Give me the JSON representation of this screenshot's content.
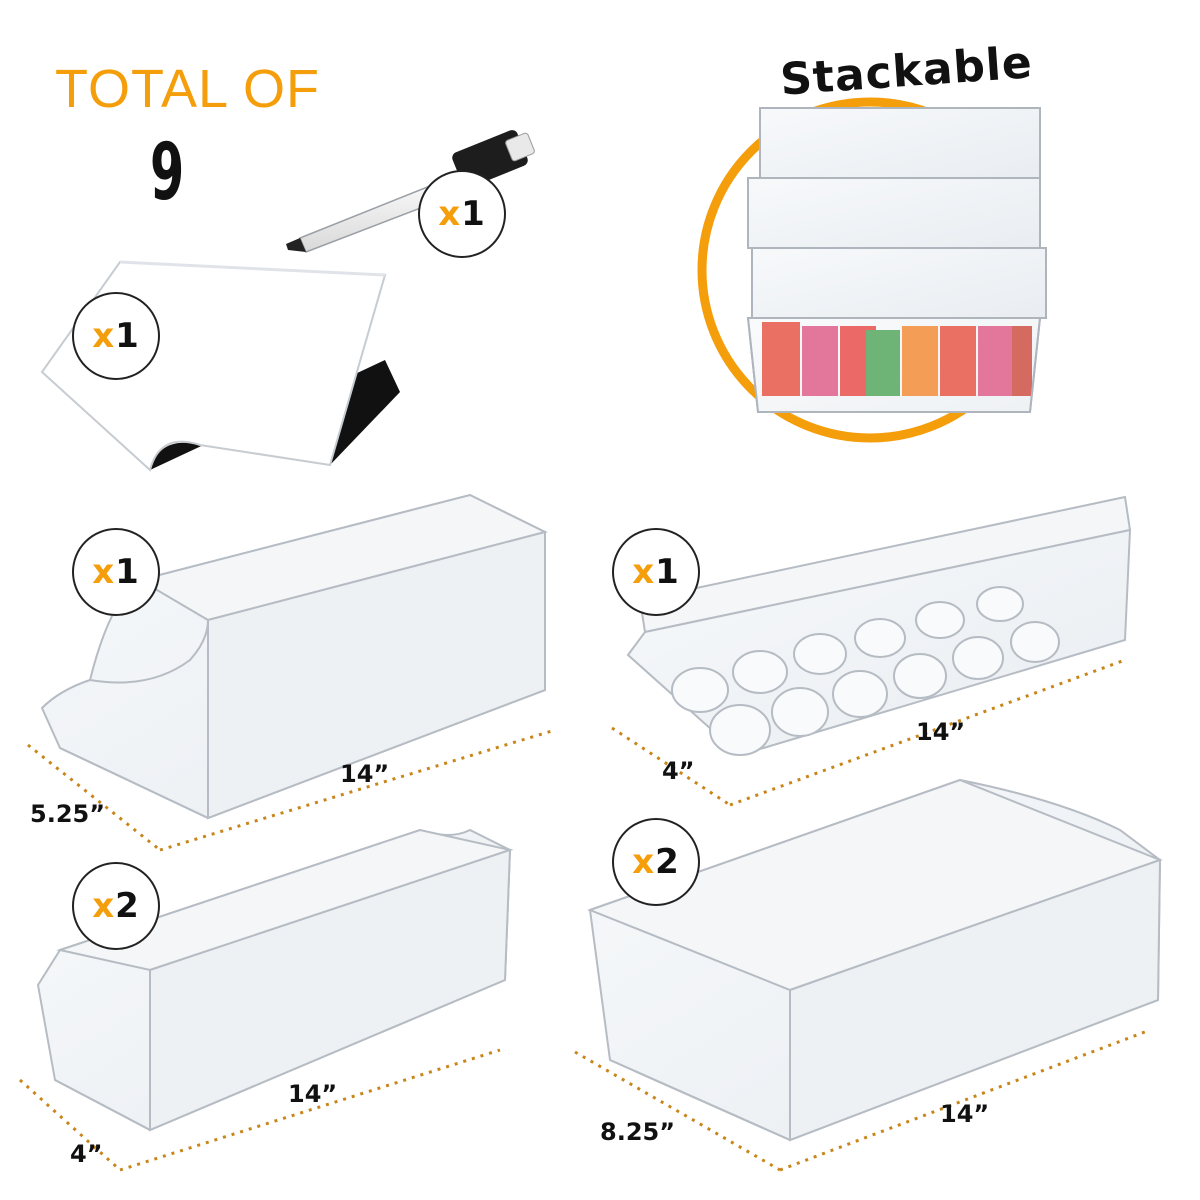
{
  "header": {
    "line1": "TOTAL OF",
    "line2": "9"
  },
  "badges": {
    "marker": {
      "prefix": "x",
      "count": "1"
    },
    "sheet": {
      "prefix": "x",
      "count": "1"
    },
    "drink_bin": {
      "prefix": "x",
      "count": "1"
    },
    "egg_tray": {
      "prefix": "x",
      "count": "1"
    },
    "narrow_bin": {
      "prefix": "x",
      "count": "2"
    },
    "wide_bin": {
      "prefix": "x",
      "count": "2"
    }
  },
  "stackable_label": "Stackable",
  "dimensions": {
    "drink_length": "14”",
    "drink_width": "5.25”",
    "egg_length": "14”",
    "egg_width": "4”",
    "narrow_length": "14”",
    "narrow_width": "4”",
    "wide_length": "14”",
    "wide_width": "8.25”"
  },
  "colors": {
    "accent": "#f59e0b",
    "text": "#111111",
    "outline": "#bfc5cc"
  },
  "icons": {
    "marker": "marker-pen-icon",
    "sheet": "whiteboard-sheet-icon"
  }
}
